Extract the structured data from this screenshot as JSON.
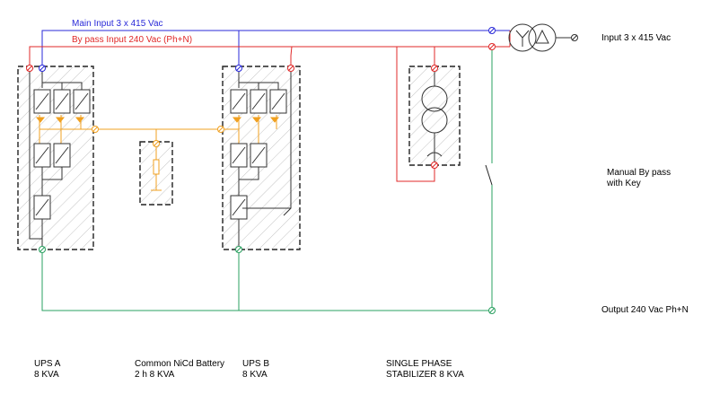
{
  "labels": {
    "main_input": "Main Input 3 x 415 Vac",
    "bypass_input": "By pass Input 240 Vac (Ph+N)",
    "input_right": "Input 3 x 415 Vac",
    "manual_bypass_1": "Manual By pass",
    "manual_bypass_2": "with Key",
    "output": "Output 240 Vac Ph+N",
    "ups_a_1": "UPS A",
    "ups_a_2": "8 KVA",
    "battery_1": "Common NiCd Battery",
    "battery_2": "2 h 8 KVA",
    "ups_b_1": "UPS B",
    "ups_b_2": "8 KVA",
    "stabilizer_1": "SINGLE PHASE",
    "stabilizer_2": "STABILIZER 8 KVA"
  },
  "colors": {
    "main_input_line": "#2a2ad8",
    "bypass_line": "#e02828",
    "battery_dc_line": "#f0a020",
    "output_line": "#2aa060",
    "outline": "#333333",
    "hatch": "#bbbbbb"
  }
}
